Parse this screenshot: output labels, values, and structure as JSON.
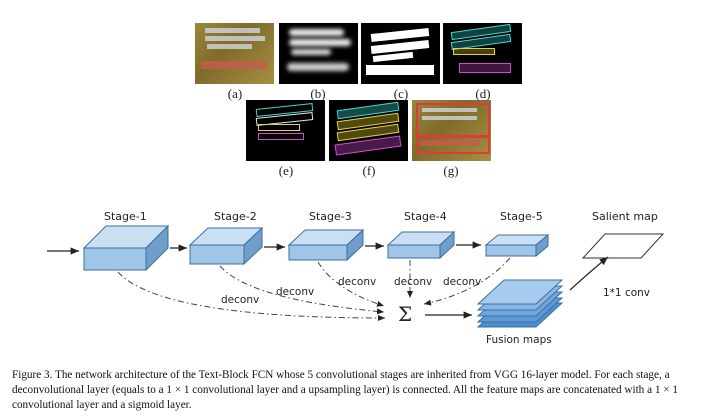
{
  "panels": [
    {
      "id": "a",
      "label": "(a)",
      "lines": [
        "",
        "",
        "",
        ""
      ]
    },
    {
      "id": "b",
      "label": "(b)"
    },
    {
      "id": "c",
      "label": "(c)"
    },
    {
      "id": "d",
      "label": "(d)"
    },
    {
      "id": "e",
      "label": "(e)"
    },
    {
      "id": "f",
      "label": "(f)"
    },
    {
      "id": "g",
      "label": "(g)"
    }
  ],
  "faded_caption": "",
  "diagram": {
    "stages": [
      "Stage-1",
      "Stage-2",
      "Stage-3",
      "Stage-4",
      "Stage-5"
    ],
    "salient_map": "Salient map",
    "deconv_labels": [
      "deconv",
      "deconv",
      "deconv",
      "deconv",
      "deconv"
    ],
    "sum_symbol": "Σ",
    "conv_label": "1*1 conv",
    "fusion_label": "Fusion maps"
  },
  "caption": "Figure 3. The network architecture of the Text-Block FCN whose 5 convolutional stages are inherited from VGG 16-layer model. For each stage, a deconvolutional layer (equals to a 1 × 1 convolutional layer and a upsampling layer) is connected. All the feature maps are concatenated with a 1 × 1 convolutional layer and a sigmoid layer.",
  "colors": {
    "block_face": "#9fc6e8",
    "block_top": "#c9e0f4",
    "block_side": "#6f9ecb",
    "edge": "#3f6f9e"
  }
}
